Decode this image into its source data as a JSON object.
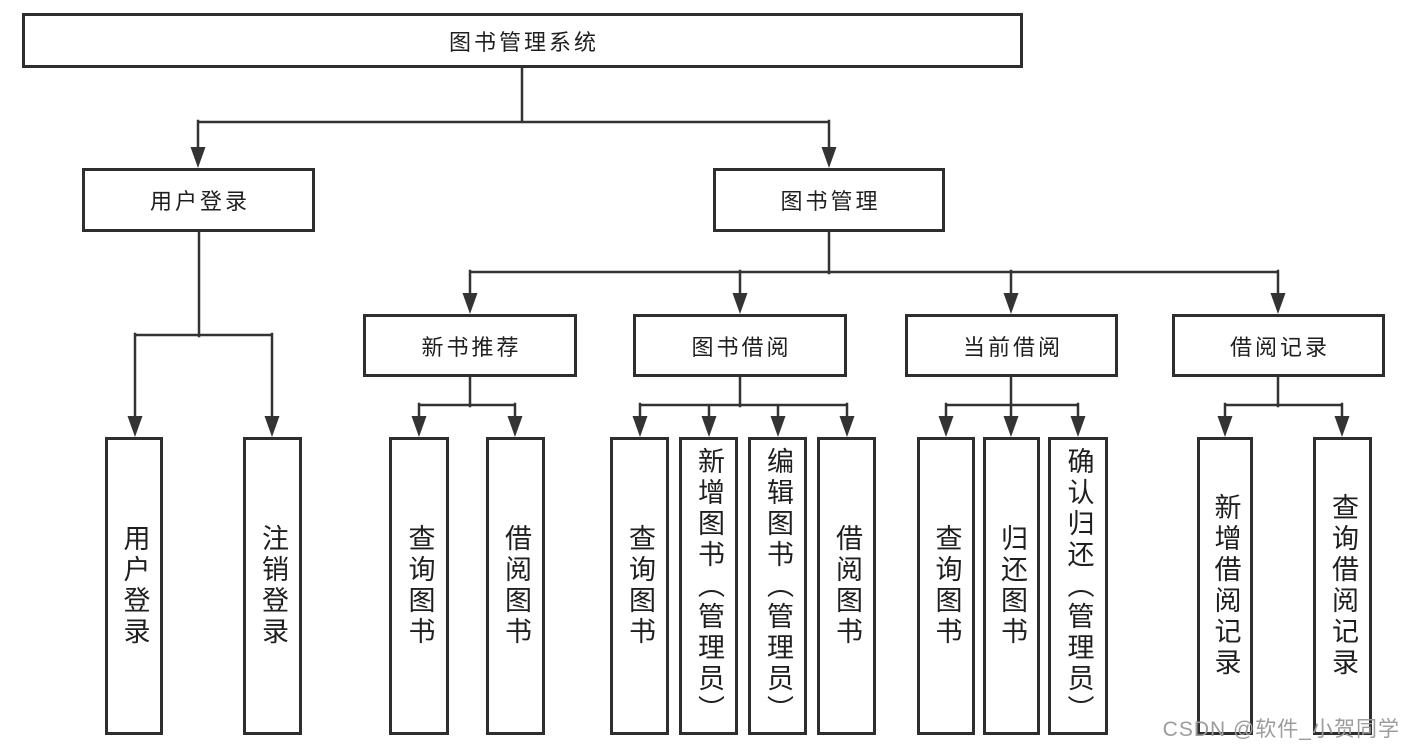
{
  "diagram_type": "hierarchy-tree",
  "tree": {
    "label": "图书管理系统",
    "children": [
      {
        "label": "用户登录",
        "children": [
          {
            "label": "用户登录"
          },
          {
            "label": "注销登录"
          }
        ]
      },
      {
        "label": "图书管理",
        "children": [
          {
            "label": "新书推荐",
            "children": [
              {
                "label": "查询图书"
              },
              {
                "label": "借阅图书"
              }
            ]
          },
          {
            "label": "图书借阅",
            "children": [
              {
                "label": "查询图书"
              },
              {
                "label": "新增图书（管理员）"
              },
              {
                "label": "编辑图书（管理员）"
              },
              {
                "label": "借阅图书"
              }
            ]
          },
          {
            "label": "当前借阅",
            "children": [
              {
                "label": "查询图书"
              },
              {
                "label": "归还图书"
              },
              {
                "label": "确认归还（管理员）"
              }
            ]
          },
          {
            "label": "借阅记录",
            "children": [
              {
                "label": "新增借阅记录"
              },
              {
                "label": "查询借阅记录"
              }
            ]
          }
        ]
      }
    ]
  },
  "watermark": {
    "text": "CSDN @软件_小贺同学"
  },
  "colors": {
    "background": "#ffffff",
    "box_fill": "#ffffff",
    "box_border": "#2e2e2e",
    "line": "#333333",
    "text": "#1f1f1f",
    "watermark": "#9c9c9c"
  }
}
